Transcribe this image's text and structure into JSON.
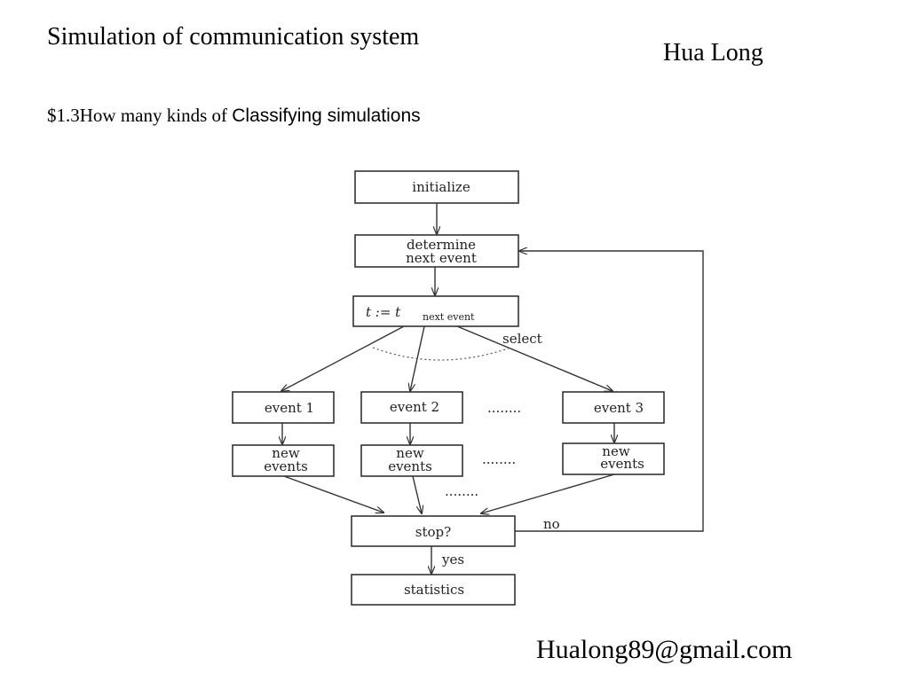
{
  "slide": {
    "title": "Simulation of communication system",
    "author": "Hua Long",
    "subtitle_prefix": "$1.3How many kinds of ",
    "subtitle_sans": "Classifying simulations",
    "email": "Hualong89@gmail.com"
  },
  "diagram": {
    "nodes": {
      "initialize": "initialize",
      "determine_line1": "determine",
      "determine_line2": "next event",
      "t_var": "t := t",
      "t_sub": "next event",
      "event1": "event 1",
      "event2": "event 2",
      "event3": "event 3",
      "new_events1_l1": "new",
      "new_events1_l2": "events",
      "new_events2_l1": "new",
      "new_events2_l2": "events",
      "new_events3_l1": "new",
      "new_events3_l2": "events",
      "stop": "stop?",
      "statistics": "statistics"
    },
    "edge_labels": {
      "select": "select",
      "no": "no",
      "yes": "yes"
    },
    "ellipsis": "........"
  }
}
